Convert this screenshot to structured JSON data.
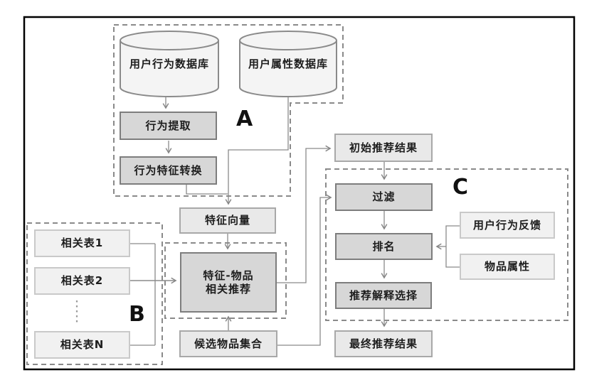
{
  "diagram": {
    "nodes": {
      "user_behavior_db": {
        "label": "用户行为数据库",
        "shape": "cylinder"
      },
      "user_attr_db": {
        "label": "用户属性数据库",
        "shape": "cylinder"
      },
      "behavior_extract": {
        "label": "行为提取"
      },
      "behavior_feature_convert": {
        "label": "行为特征转换"
      },
      "feature_vector": {
        "label": "特征向量"
      },
      "rel_table_1": {
        "label": "相关表1"
      },
      "rel_table_2": {
        "label": "相关表2"
      },
      "rel_table_n": {
        "label": "相关表N"
      },
      "feature_item_rec": {
        "label_line1": "特征-物品",
        "label_line2": "相关推荐"
      },
      "candidate_items": {
        "label": "候选物品集合"
      },
      "initial_results": {
        "label": "初始推荐结果"
      },
      "filter": {
        "label": "过滤"
      },
      "ranking": {
        "label": "排名"
      },
      "explanation_select": {
        "label": "推荐解释选择"
      },
      "final_results": {
        "label": "最终推荐结果"
      },
      "user_feedback": {
        "label": "用户行为反馈"
      },
      "item_attrs": {
        "label": "物品属性"
      }
    },
    "region_labels": {
      "a": "A",
      "b": "B",
      "c": "C"
    },
    "colors": {
      "frame_border": "#000000",
      "dashed_region_border": "#8a8a8a",
      "connector": "#8a8a8a",
      "box_dark_fill": "#d7d7d7",
      "box_dark_border": "#7d7d7d",
      "box_mid_fill": "#e9e9e9",
      "box_mid_border": "#a8a8a8",
      "box_light_fill": "#f1f1f1",
      "box_light_border": "#c9c9c9",
      "cylinder_fill": "#f4f4f4",
      "cylinder_border": "#8a8a8a"
    }
  }
}
